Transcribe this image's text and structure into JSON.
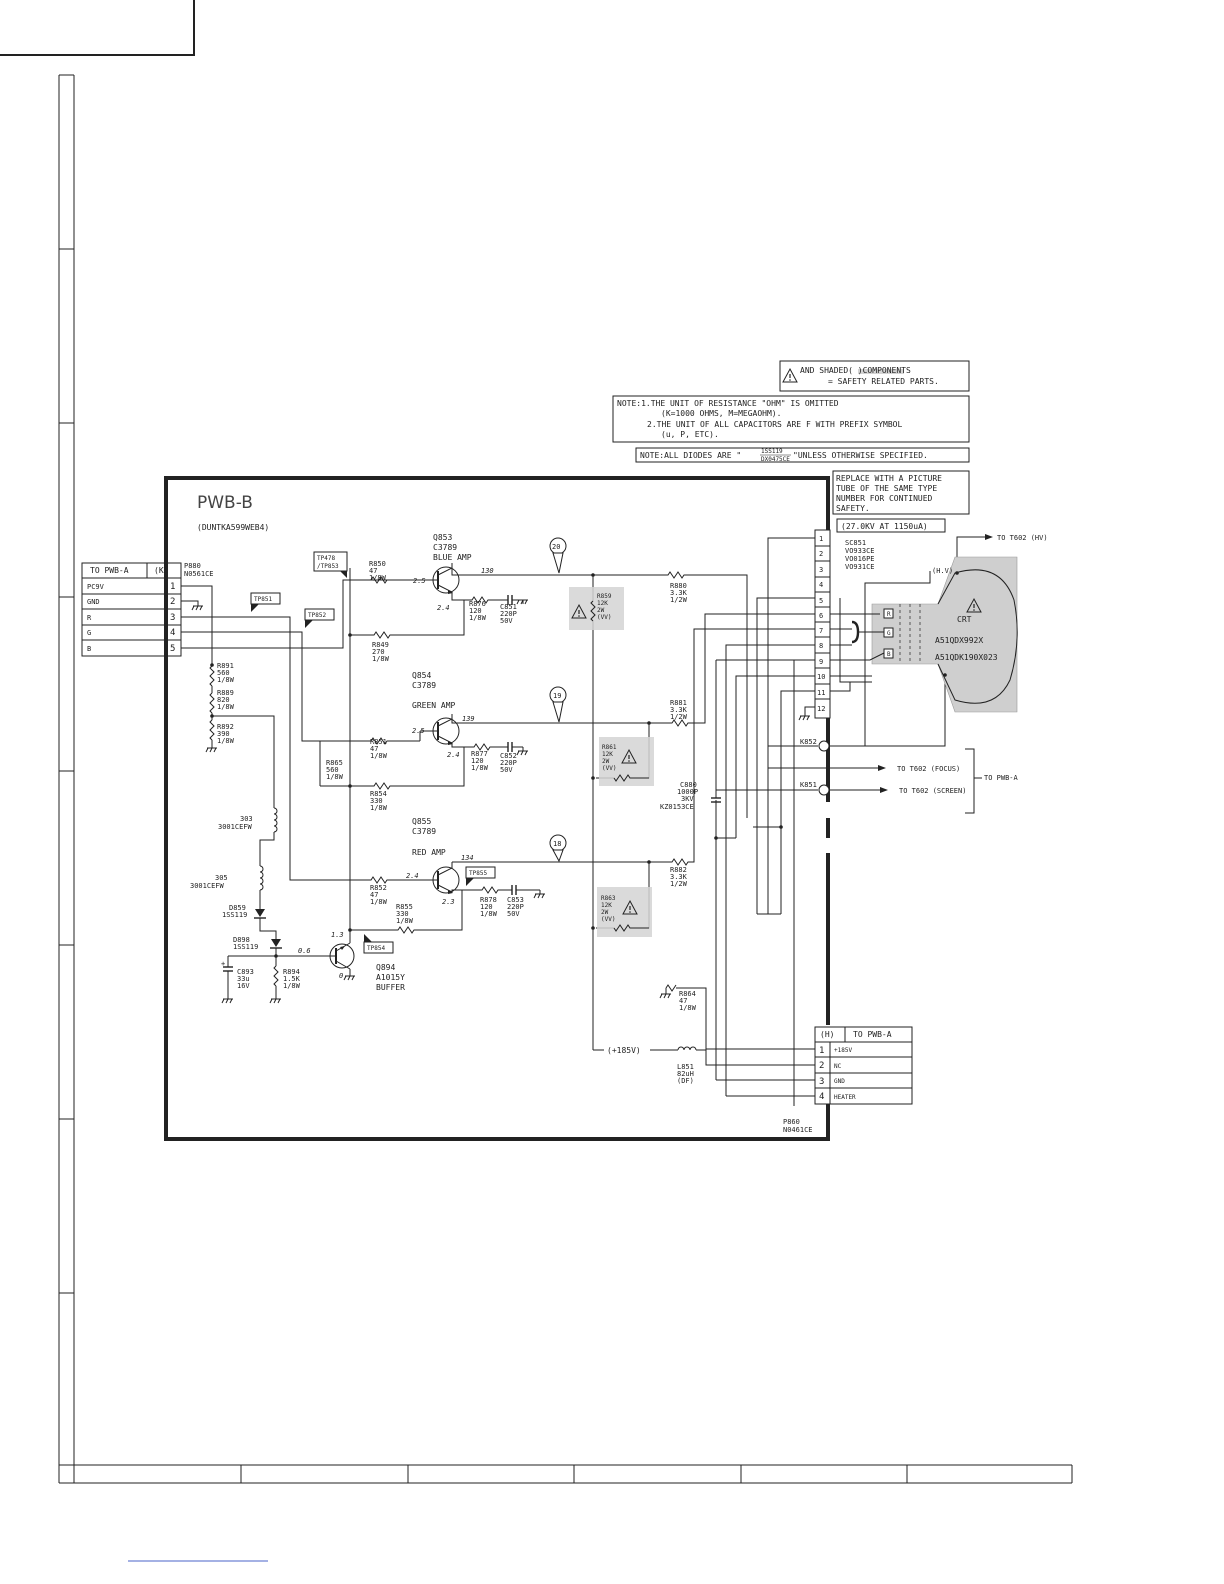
{
  "board": {
    "title": "PWB-B",
    "part_no": "(DUNTKA599WEB4)"
  },
  "notes": {
    "safety_line1": "AND SHADED(        )COMPONENTS",
    "safety_line2": "= SAFETY RELATED PARTS.",
    "unit_line1": "NOTE:1.THE UNIT OF RESISTANCE \"OHM\" IS OMITTED",
    "unit_line2": "(K=1000 OHMS, M=MEGAOHM).",
    "unit_line3": "2.THE UNIT OF ALL CAPACITORS ARE F WITH PREFIX SYMBOL",
    "unit_line4": "(u, P, ETC).",
    "diode_pre": "NOTE:ALL DIODES ARE \"",
    "diode_top": "1SS119",
    "diode_bottom": "DX0475CE",
    "diode_post": "\"UNLESS OTHERWISE SPECIFIED.",
    "replace_line1": "REPLACE WITH A PICTURE",
    "replace_line2": "TUBE OF THE SAME TYPE",
    "replace_line3": "NUMBER FOR CONTINUED",
    "replace_line4": "SAFETY.",
    "hv_spec": "(27.0KV AT 1150uA)"
  },
  "connector_k": {
    "title": "TO PWB-A",
    "tag": "(K)",
    "ref": "P880",
    "part": "N0561CE",
    "pins": [
      {
        "num": "1",
        "name": "PC9V"
      },
      {
        "num": "2",
        "name": "GND"
      },
      {
        "num": "3",
        "name": "R"
      },
      {
        "num": "4",
        "name": "G"
      },
      {
        "num": "5",
        "name": "B"
      }
    ]
  },
  "connector_h": {
    "tag": "(H)",
    "title": "TO PWB-A",
    "ref": "P860",
    "part": "N0461CE",
    "pins": [
      {
        "num": "1",
        "name": "+185V"
      },
      {
        "num": "2",
        "name": "NC"
      },
      {
        "num": "3",
        "name": "GND"
      },
      {
        "num": "4",
        "name": "HEATER"
      }
    ]
  },
  "socket": {
    "ref": "SC851",
    "parts": [
      "VO933CE",
      "VO016PE",
      "VO931CE"
    ],
    "pins": [
      "1",
      "2",
      "3",
      "4",
      "5",
      "6",
      "7",
      "8",
      "9",
      "10",
      "11",
      "12"
    ]
  },
  "crt": {
    "label": "CRT",
    "model1": "A51QDX992X",
    "model2": "A51QDK190X023",
    "hv_label": "(H.V)",
    "to_hv": "TO T602 (HV)",
    "guns": [
      "R",
      "G",
      "B"
    ]
  },
  "transistors": {
    "q853": {
      "ref": "Q853",
      "type": "C3789",
      "desc": "BLUE AMP"
    },
    "q854": {
      "ref": "Q854",
      "type": "C3789",
      "desc": "GREEN AMP"
    },
    "q855": {
      "ref": "Q855",
      "type": "C3789",
      "desc": "RED AMP"
    },
    "q894": {
      "ref": "Q894",
      "type": "A1015Y",
      "desc": "BUFFER"
    }
  },
  "test_points": {
    "tp478": "TP478",
    "tp853": "/TP853",
    "tp851": "TP851",
    "tp852": "TP852",
    "tp855": "TP855",
    "tp854": "TP854"
  },
  "waveforms": [
    "20",
    "19",
    "18"
  ],
  "voltages": {
    "b_base": "2.5",
    "b_emit": "2.4",
    "b_coll": "130",
    "g_base": "2.5",
    "g_emit": "2.4",
    "g_coll": "139",
    "r_base": "2.4",
    "r_emit": "2.3",
    "r_coll": "134",
    "q894_b": "0.6",
    "q894_e": "1.3",
    "q894_c": "0"
  },
  "components": {
    "r850": [
      "R850",
      "47",
      "1/8W"
    ],
    "r849": [
      "R849",
      "270",
      "1/8W"
    ],
    "r876": [
      "R876",
      "120",
      "1/8W"
    ],
    "c851": [
      "C851",
      "220P",
      "50V"
    ],
    "r859": [
      "R859",
      "12K",
      "2W",
      "(VV)"
    ],
    "r880": [
      "R880",
      "3.3K",
      "1/2W"
    ],
    "r851": [
      "R851",
      "47",
      "1/8W"
    ],
    "r865": [
      "R865",
      "560",
      "1/8W"
    ],
    "r854": [
      "R854",
      "330",
      "1/8W"
    ],
    "r877": [
      "R877",
      "120",
      "1/8W"
    ],
    "c852": [
      "C852",
      "220P",
      "50V"
    ],
    "r861": [
      "R861",
      "12K",
      "2W",
      "(VV)"
    ],
    "r881": [
      "R881",
      "3.3K",
      "1/2W"
    ],
    "c880": [
      "C880",
      "1000P",
      "3KV",
      "KZ0153CE"
    ],
    "r852": [
      "R852",
      "47",
      "1/8W"
    ],
    "r855": [
      "R855",
      "330",
      "1/8W"
    ],
    "r878": [
      "R878",
      "120",
      "1/8W"
    ],
    "c853": [
      "C853",
      "220P",
      "50V"
    ],
    "r863": [
      "R863",
      "12K",
      "2W",
      "(VV)"
    ],
    "r882": [
      "R882",
      "3.3K",
      "1/2W"
    ],
    "r864": [
      "R864",
      "47",
      "1/8W"
    ],
    "l851": [
      "L851",
      "82uH",
      "(DF)"
    ],
    "r891": [
      "R891",
      "560",
      "1/8W"
    ],
    "r889": [
      "R889",
      "820",
      "1/8W"
    ],
    "r892": [
      "R892",
      "390",
      "1/8W"
    ],
    "d303": [
      "303",
      "3001CEFW"
    ],
    "d305": [
      "305",
      "3001CEFW"
    ],
    "d859": [
      "D859",
      "1SS119"
    ],
    "d898": [
      "D898",
      "1SS119"
    ],
    "c893": [
      "C893",
      "33u",
      "16V"
    ],
    "r894": [
      "R894",
      "1.5K",
      "1/8W"
    ]
  },
  "supply_label": "(+185V)",
  "outputs": {
    "k852": "K852",
    "k851": "K851",
    "focus": "TO T602 (FOCUS)",
    "screen": "TO T602 (SCREEN)",
    "to_pwb_a": "TO PWB-A"
  }
}
